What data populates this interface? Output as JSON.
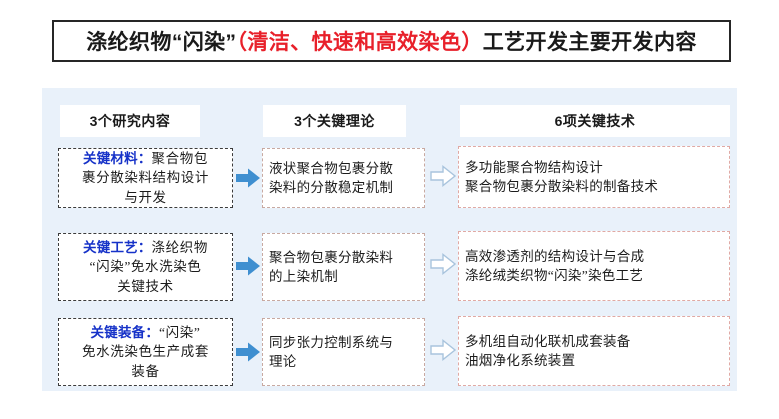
{
  "title": {
    "prefix": "涤纶织物“闪染”",
    "highlight": "（清洁、快速和高效染色）",
    "suffix": "工艺开发主要开发内容"
  },
  "colors": {
    "panel_background": "#e9f1fa",
    "title_highlight": "#e8202a",
    "key_label": "#1632c8",
    "arrow_solid": "#3f8fd0",
    "arrow_hollow_border": "#a9c4dd",
    "col1_border": "#3b3b3b",
    "col2_border": "#c8a9a1",
    "col3_border": "#e0a9a4"
  },
  "headers": [
    {
      "label": "3个研究内容"
    },
    {
      "label": "3个关键理论"
    },
    {
      "label": "6项关键技术"
    }
  ],
  "rows": [
    {
      "research": {
        "key_label": "关键材料：",
        "lines": [
          "聚合物包",
          "裹分散染料结构设计",
          "与开发"
        ]
      },
      "theory": {
        "lines": [
          "液状聚合物包裹分散",
          "染料的分散稳定机制"
        ]
      },
      "technology": {
        "lines": [
          "多功能聚合物结构设计",
          "聚合物包裹分散染料的制备技术"
        ]
      },
      "arrow_solid": "solid-right-arrow-icon",
      "arrow_hollow": "hollow-right-arrow-icon"
    },
    {
      "research": {
        "key_label": "关键工艺：",
        "lines": [
          "涤纶织物",
          "“闪染”免水洗染色",
          "关键技术"
        ]
      },
      "theory": {
        "lines": [
          "聚合物包裹分散染料",
          "的上染机制"
        ]
      },
      "technology": {
        "lines": [
          "高效渗透剂的结构设计与合成",
          "涤纶绒类织物“闪染”染色工艺"
        ]
      },
      "arrow_solid": "solid-right-arrow-icon",
      "arrow_hollow": "hollow-right-arrow-icon"
    },
    {
      "research": {
        "key_label": "关键装备：",
        "lines": [
          "“闪染”",
          "免水洗染色生产成套",
          "装备"
        ]
      },
      "theory": {
        "lines": [
          "同步张力控制系统与",
          "理论"
        ]
      },
      "technology": {
        "lines": [
          "多机组自动化联机成套装备",
          "油烟净化系统装置"
        ]
      },
      "arrow_solid": "solid-right-arrow-icon",
      "arrow_hollow": "hollow-right-arrow-icon"
    }
  ]
}
